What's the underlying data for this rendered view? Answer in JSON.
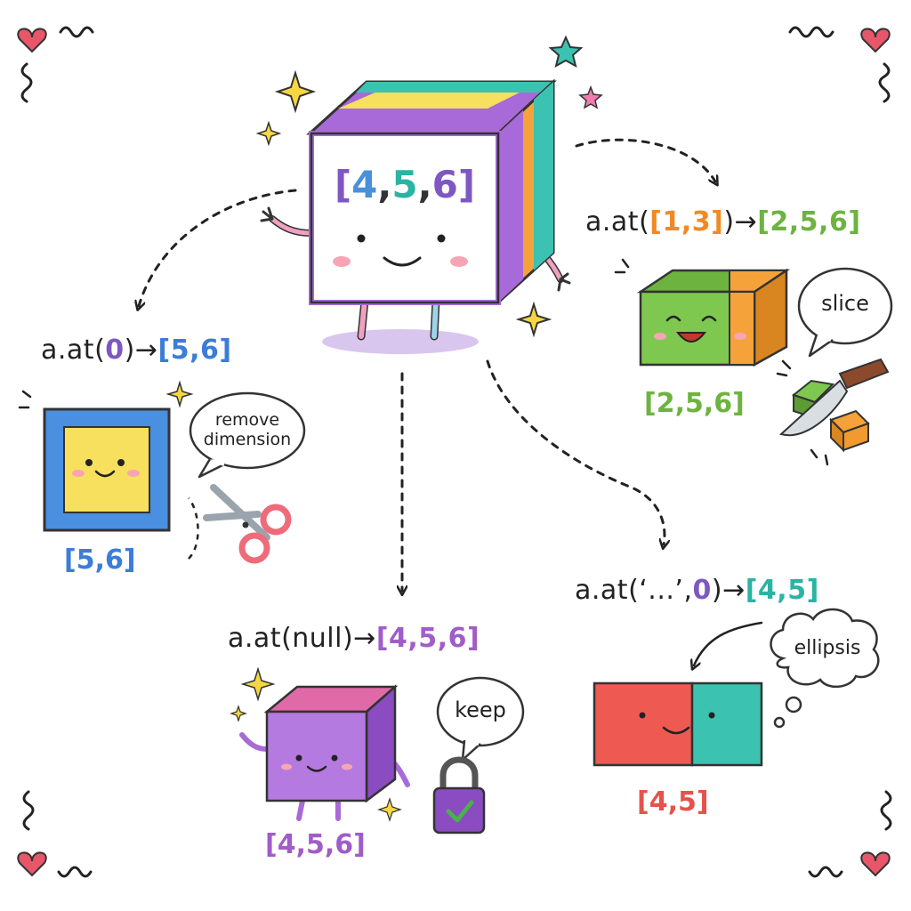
{
  "center": {
    "label_parts": [
      {
        "t": "[",
        "color": "#7e57c2"
      },
      {
        "t": "4",
        "color": "#4a90d9"
      },
      {
        "t": ",",
        "color": "#333333"
      },
      {
        "t": "5",
        "color": "#2bb3a3"
      },
      {
        "t": ",",
        "color": "#333333"
      },
      {
        "t": "6",
        "color": "#7e57c2"
      },
      {
        "t": "]",
        "color": "#7e57c2"
      }
    ]
  },
  "examples": {
    "at0": {
      "call_parts": [
        {
          "t": "a.at(",
          "color": "#222222"
        },
        {
          "t": "0",
          "color": "#7e57c2"
        },
        {
          "t": ")→",
          "color": "#222222"
        },
        {
          "t": "[5,6]",
          "color": "#3b7dd8"
        }
      ],
      "bubble": [
        "remove",
        "dimension"
      ],
      "shape_label": "[5,6]",
      "shape_label_color": "#3b7dd8"
    },
    "at13": {
      "call_parts": [
        {
          "t": "a.at(",
          "color": "#222222"
        },
        {
          "t": "[1,3]",
          "color": "#f08a24"
        },
        {
          "t": ")→",
          "color": "#222222"
        },
        {
          "t": "[2,5,6]",
          "color": "#6db33f"
        }
      ],
      "bubble": [
        "slice"
      ],
      "shape_label": "[2,5,6]",
      "shape_label_color": "#6db33f"
    },
    "atnull": {
      "call_parts": [
        {
          "t": "a.at(null)→",
          "color": "#222222"
        },
        {
          "t": "[4,5,6]",
          "color": "#a05cc8"
        }
      ],
      "bubble": [
        "keep"
      ],
      "shape_label": "[4,5,6]",
      "shape_label_color": "#a05cc8"
    },
    "atellipsis": {
      "call_parts": [
        {
          "t": "a.at(‘...’,",
          "color": "#222222"
        },
        {
          "t": "0",
          "color": "#7e57c2"
        },
        {
          "t": ")→",
          "color": "#222222"
        },
        {
          "t": "[4,5]",
          "color": "#2bb3a3"
        }
      ],
      "bubble": [
        "ellipsis"
      ],
      "shape_label": "[4,5]",
      "shape_label_color": "#e5534b"
    }
  },
  "colors": {
    "purple": "#a86ad8",
    "yellow": "#f6e05e",
    "teal": "#3cc2b0",
    "orange": "#f5a23a",
    "blue": "#4a8fe0",
    "green": "#7ec850",
    "red": "#ee5a52",
    "pink": "#f07b9a"
  }
}
